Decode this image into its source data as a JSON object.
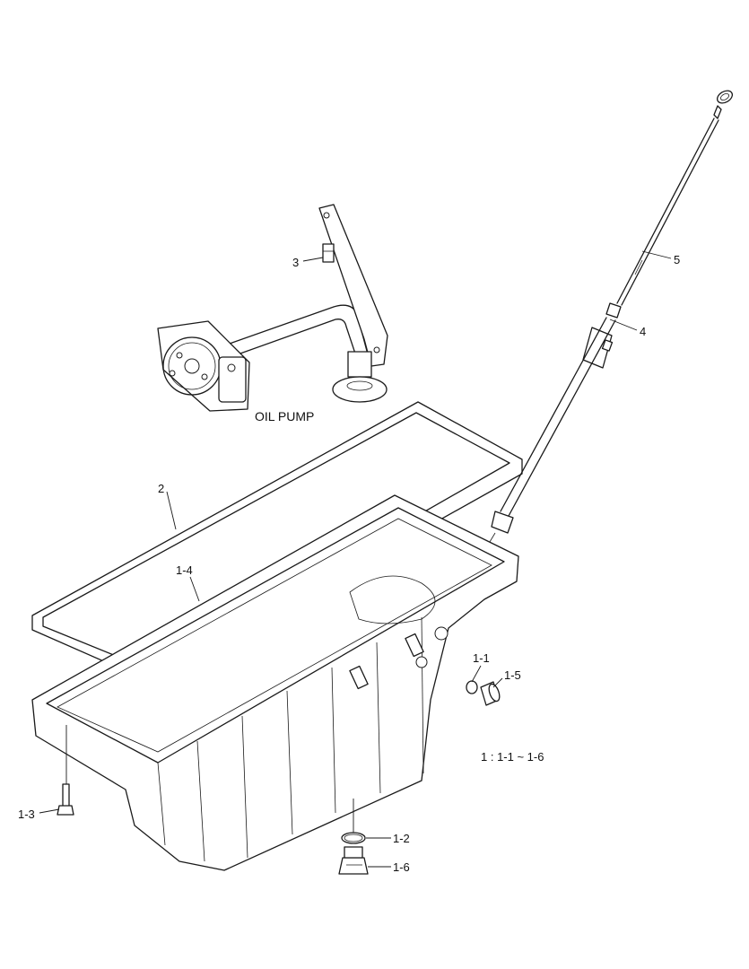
{
  "labels": {
    "part_1_1": "1-1",
    "part_1_2": "1-2",
    "part_1_3": "1-3",
    "part_1_4": "1-4",
    "part_1_5": "1-5",
    "part_1_6": "1-6",
    "part_2": "2",
    "part_3": "3",
    "part_4": "4",
    "part_5": "5",
    "oil_pump": "OIL PUMP",
    "assembly_note": "1 : 1-1 ~ 1-6"
  },
  "colors": {
    "background": "#ffffff",
    "line": "#1a1a1a"
  }
}
